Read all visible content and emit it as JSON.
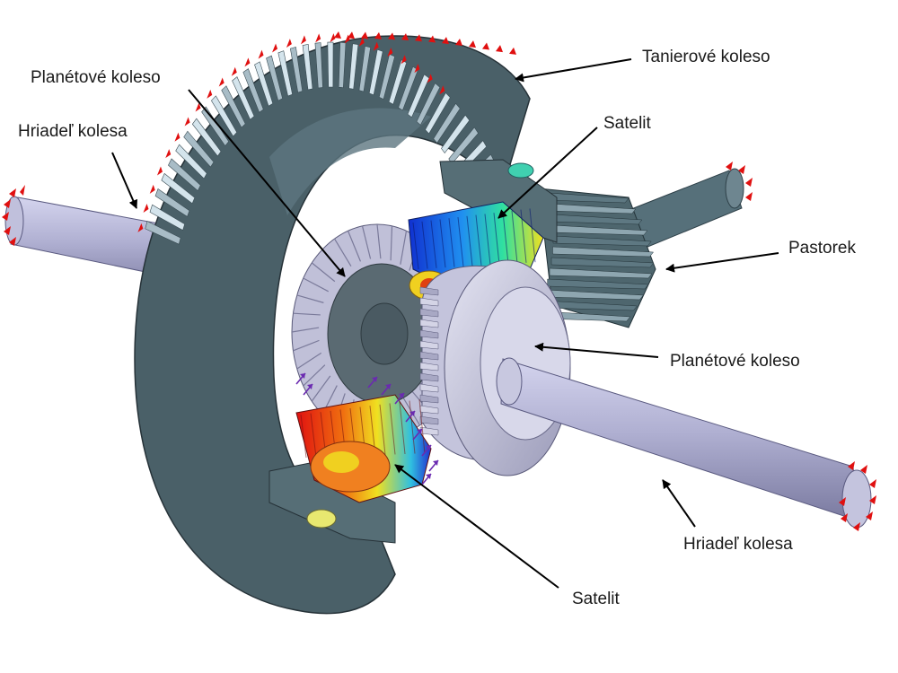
{
  "labels": {
    "ring_gear": "Tanierové koleso",
    "side_gear_left": "Planétové koleso",
    "side_gear_right": "Planétové koleso",
    "planet_top": "Satelit",
    "planet_bottom": "Satelit",
    "pinion": "Pastorek",
    "shaft_left": "Hriadeľ kolesa",
    "shaft_right": "Hriadeľ kolesa"
  },
  "colors": {
    "background": "#ffffff",
    "gear_steel": "#4a6068",
    "gear_tooth_light": "#d6e6ee",
    "shaft": "#b8b8d8",
    "hub": "#c8c8e0",
    "load_arrows": "#e01010",
    "callout_arrow": "#000000",
    "stress_high": "#e02010",
    "stress_mid": "#f0d020",
    "stress_low": "#2050e0"
  }
}
